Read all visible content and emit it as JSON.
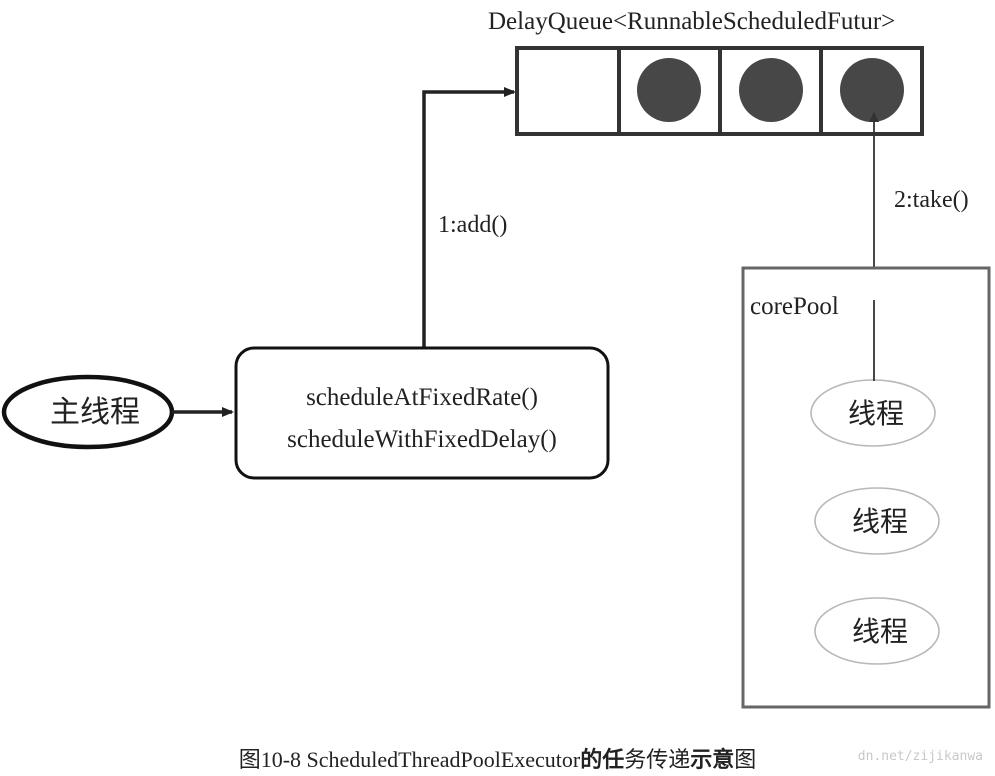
{
  "queue": {
    "title": "DelayQueue<RunnableScheduledFutur>",
    "slots": [
      {
        "filled": false
      },
      {
        "filled": true
      },
      {
        "filled": true
      },
      {
        "filled": true
      }
    ]
  },
  "edges": {
    "add_label": "1:add()",
    "take_label": "2:take()"
  },
  "main_thread": {
    "label": "主线程"
  },
  "schedule_box": {
    "line1": "scheduleAtFixedRate()",
    "line2": "scheduleWithFixedDelay()"
  },
  "core_pool": {
    "label": "corePool",
    "threads": [
      "线程",
      "线程",
      "线程"
    ]
  },
  "caption": {
    "prefix": "图10-8  ",
    "class_name": "ScheduledThreadPoolExecutor",
    "bold_part": "的任",
    "middle_part": "务传递",
    "bold_part2": "示意",
    "suffix": "图"
  },
  "watermark": "dn.net/zijikanwa",
  "colors": {
    "stroke": "#222222",
    "ball": "#474747",
    "thread_ellipse": "#b8b8b8",
    "pool_border": "#666666"
  }
}
